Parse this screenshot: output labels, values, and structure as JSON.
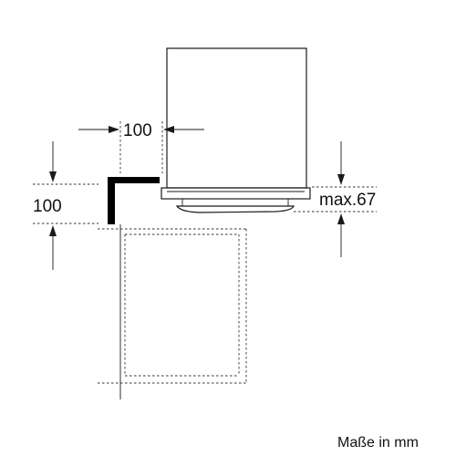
{
  "dimensions": {
    "horizontal_gap": "100",
    "vertical_gap": "100",
    "hood_height_max": "max.67"
  },
  "units_label": "Maße in mm",
  "colors": {
    "line": "#1a1a1a",
    "bracket": "#000000",
    "dashed": "#333333"
  }
}
